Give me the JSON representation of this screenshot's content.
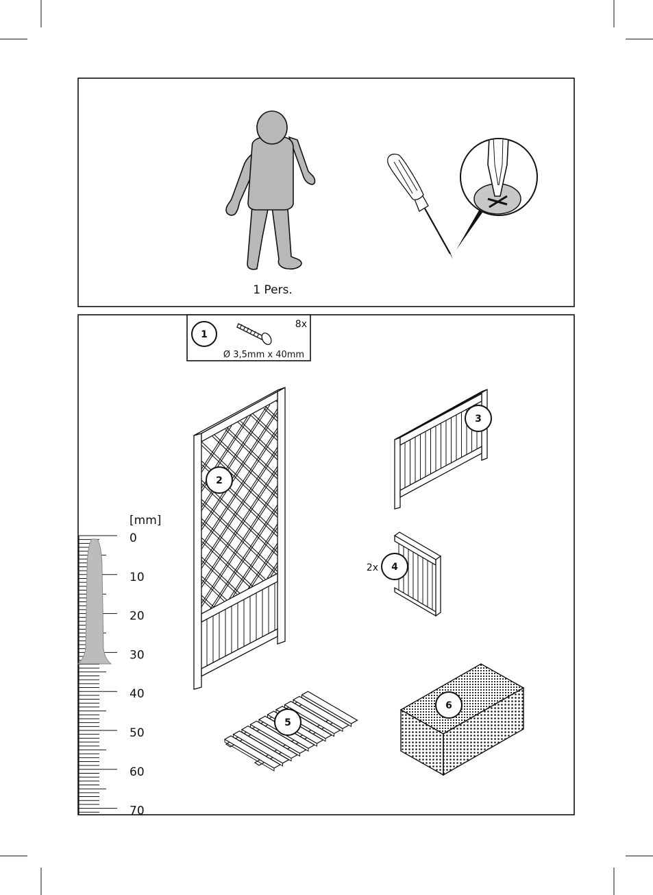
{
  "tools_panel": {
    "persons_label": "1 Pers."
  },
  "parts_panel": {
    "screw_part": {
      "number": "1",
      "quantity": "8x",
      "size": "Ø 3,5mm x 40mm"
    },
    "parts": [
      {
        "number": "2",
        "quantity": ""
      },
      {
        "number": "3",
        "quantity": ""
      },
      {
        "number": "4",
        "quantity": "2x"
      },
      {
        "number": "5",
        "quantity": ""
      },
      {
        "number": "6",
        "quantity": ""
      }
    ],
    "ruler": {
      "unit": "[mm]",
      "labels": [
        "0",
        "10",
        "20",
        "30",
        "40",
        "50",
        "60",
        "70"
      ]
    }
  }
}
